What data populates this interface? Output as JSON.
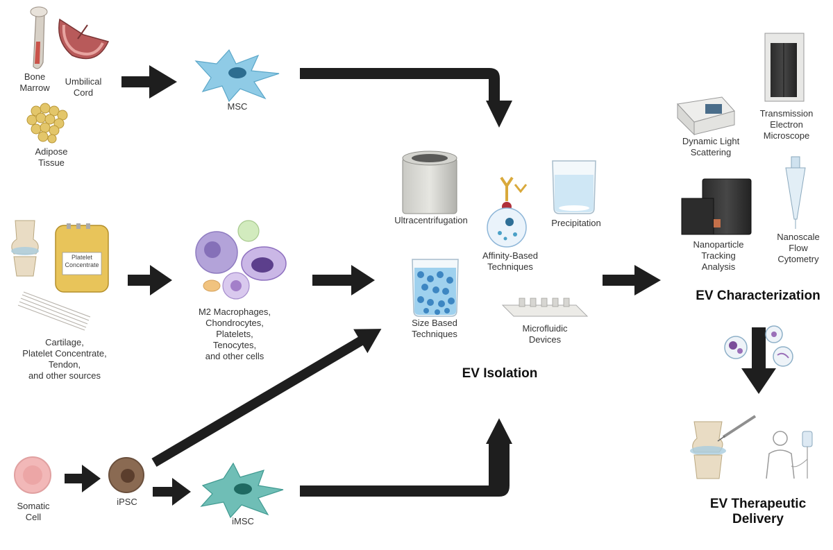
{
  "sources": {
    "bone_marrow": "Bone\nMarrow",
    "umbilical_cord": "Umbilical\nCord",
    "adipose_tissue": "Adipose\nTissue",
    "other_sources": "Cartilage,\nPlatelet Concentrate,\nTendon,\nand other sources",
    "platelet_bag_label": "Platelet\nConcentrate",
    "somatic_cell": "Somatic\nCell"
  },
  "cells": {
    "msc": "MSC",
    "other_cells": "M2 Macrophages,\nChondrocytes,\nPlatelets,\nTenocytes,\nand other cells",
    "ipsc": "iPSC",
    "imsc": "iMSC"
  },
  "isolation": {
    "title": "EV Isolation",
    "ultracentrifugation": "Ultracentrifugation",
    "affinity": "Affinity-Based\nTechniques",
    "precipitation": "Precipitation",
    "size_based": "Size Based\nTechniques",
    "microfluidic": "Microfluidic\nDevices"
  },
  "characterization": {
    "title": "EV Characterization",
    "dls": "Dynamic Light\nScattering",
    "tem": "Transmission\nElectron\nMicroscope",
    "nta": "Nanoparticle\nTracking\nAnalysis",
    "flow": "Nanoscale\nFlow\nCytometry"
  },
  "delivery": {
    "title": "EV Therapeutic\nDelivery"
  },
  "colors": {
    "arrow": "#1e1e1e",
    "msc": "#8fcbe6",
    "imsc": "#6fbeb6",
    "ipsc": "#8a6a52",
    "somatic": "#f2b8b8",
    "bag": "#e8c45a"
  }
}
